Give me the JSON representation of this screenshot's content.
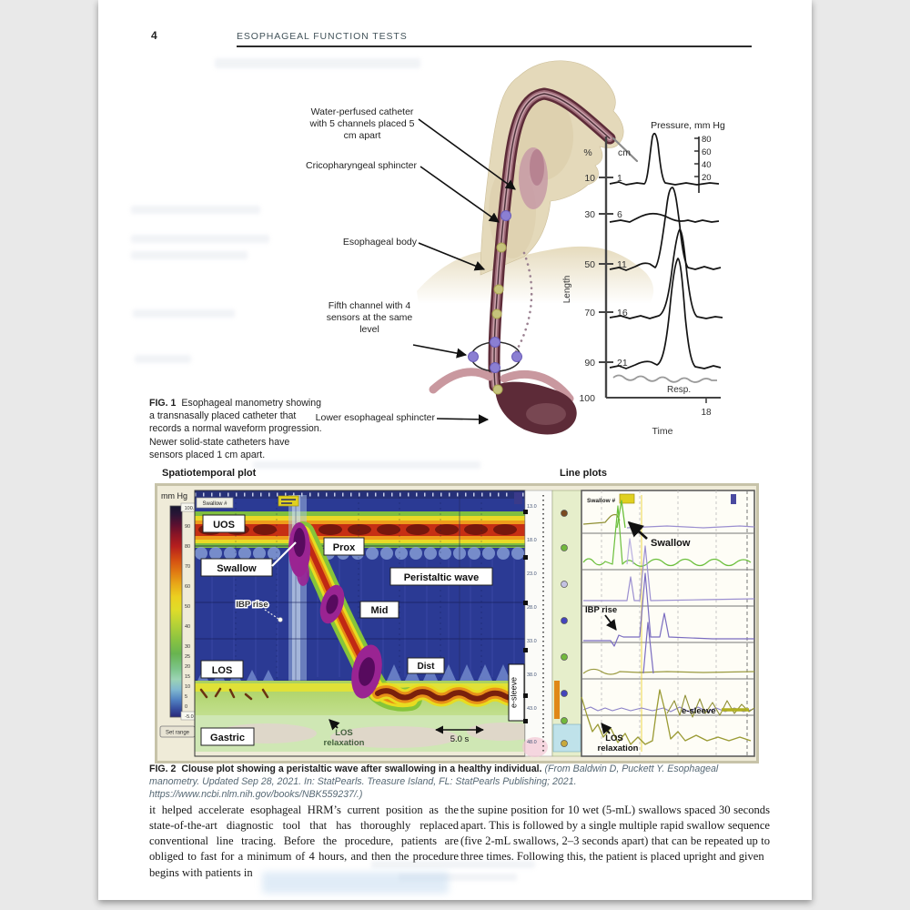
{
  "page": {
    "number": "4",
    "running_head": "ESOPHAGEAL FUNCTION TESTS"
  },
  "fig1": {
    "label_catheter": "Water-perfused catheter with 5 channels placed 5 cm apart",
    "label_crico": "Cricopharyngeal sphincter",
    "label_esophageal_body": "Esophageal body",
    "label_fifth_channel": "Fifth channel with 4 sensors at the same level",
    "label_les": "Lower esophageal sphincter",
    "chart": {
      "title": "Pressure, mm Hg",
      "pressure_ticks": [
        "80",
        "60",
        "40",
        "20"
      ],
      "percent_header": "%",
      "cm_header": "cm",
      "rows": [
        {
          "pct": "10",
          "cm": "1"
        },
        {
          "pct": "30",
          "cm": "6"
        },
        {
          "pct": "50",
          "cm": "11"
        },
        {
          "pct": "70",
          "cm": "16"
        },
        {
          "pct": "90",
          "cm": "21"
        }
      ],
      "pct_bottom": "100",
      "length_label": "Length",
      "resp_label": "Resp.",
      "time_label": "Time",
      "time_tick": "18"
    },
    "caption_lead": "FIG. 1",
    "caption": "Esophageal manometry showing a transnasally placed catheter that records a normal waveform progression. Newer solid-state catheters have sensors placed 1 cm apart."
  },
  "fig2": {
    "title_left": "Spatiotemporal plot",
    "title_right": "Line plots",
    "colorbar": {
      "unit": "mm Hg",
      "max": "100.0",
      "ticks": [
        "90",
        "80",
        "70",
        "60",
        "50",
        "40",
        "30",
        "25",
        "20",
        "15",
        "10",
        "5",
        "0"
      ],
      "min": "-5.0",
      "button": "Set range"
    },
    "heatmap": {
      "tag_swallow_num": "Swallow #",
      "uos": "UOS",
      "swallow": "Swallow",
      "prox": "Prox",
      "peristaltic": "Peristaltic wave",
      "ibp_rise": "IBP rise",
      "mid": "Mid",
      "dist": "Dist",
      "los": "LOS",
      "gastric": "Gastric",
      "los_relax_1": "LOS",
      "los_relax_2": "relaxation",
      "esleeve": "e-sleeve",
      "timescale": "5.0 s"
    },
    "depth_ticks": [
      "13.0",
      "18.0",
      "23.0",
      "28.0",
      "33.0",
      "38.0",
      "43.0",
      "48.0"
    ],
    "lineplots": {
      "tag_swallow_num": "Swallow #",
      "swallow": "Swallow",
      "ibp_rise": "IBP rise",
      "esleeve": "e-sleeve",
      "los_relax_1": "LOS",
      "los_relax_2": "relaxation"
    },
    "caption_lead": "FIG. 2",
    "caption_bold": "Clouse plot showing a peristaltic wave after swallowing in a healthy individual.",
    "caption_cite": "(From Baldwin D, Puckett Y. Esophageal manometry. Updated Sep 28, 2021. In: StatPearls. Treasure Island, FL: StatPearls Publishing; 2021. https://www.ncbi.nlm.nih.gov/books/NBK559237/.)"
  },
  "body_text": {
    "col_left": "it helped accelerate esophageal HRM’s current position as the state-of-the-art diagnostic tool that has thoroughly replaced conventional line tracing. Before the procedure, patients are obliged to fast for a minimum of 4 hours, and then the procedure begins with patients in",
    "col_right": "the supine position for 10 wet (5-mL) swallows spaced 30 seconds apart. This is followed by a single multiple rapid swallow sequence (five 2-mL swallows, 2–3 seconds apart) that can be repeated up to three times. Following this, the patient is placed upright and given"
  }
}
